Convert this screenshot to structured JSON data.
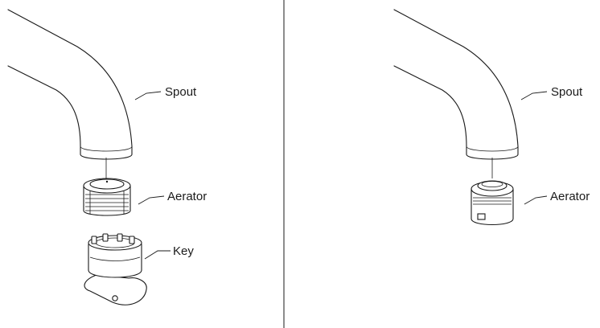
{
  "left_panel": {
    "labels": {
      "spout": "Spout",
      "aerator": "Aerator",
      "key": "Key"
    }
  },
  "right_panel": {
    "labels": {
      "spout": "Spout",
      "aerator": "Aerator"
    }
  }
}
